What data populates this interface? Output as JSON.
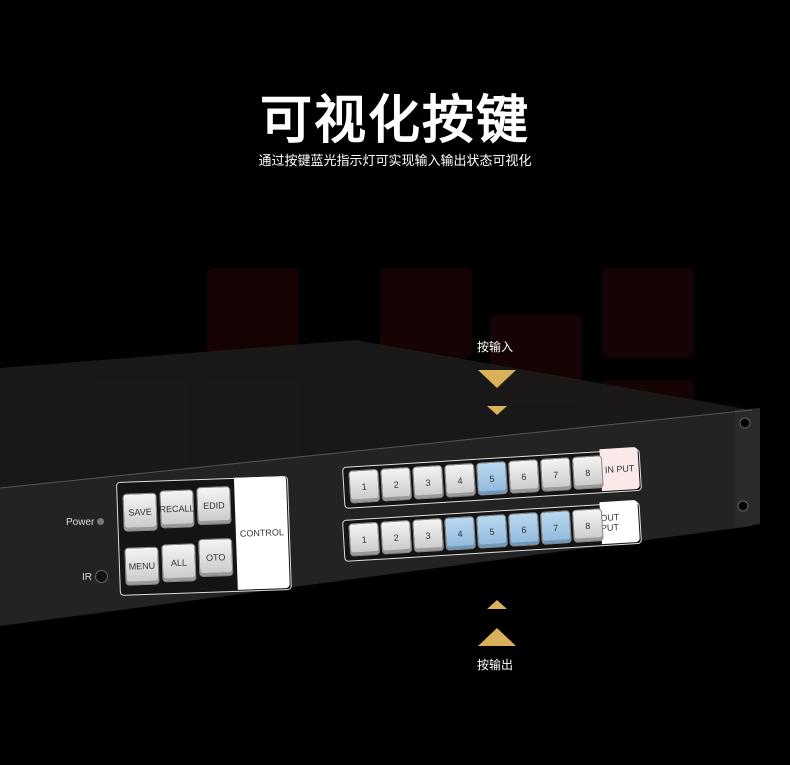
{
  "header": {
    "title": "可视化按键",
    "subtitle": "通过按键蓝光指示灯可实现输入输出状态可视化"
  },
  "annotations": {
    "input_label": "按输入",
    "output_label": "按输出"
  },
  "device": {
    "power_label": "Power",
    "ir_label": "IR",
    "control": {
      "label": "CONTROL",
      "buttons": [
        "SAVE",
        "RECALL",
        "EDID",
        "MENU",
        "ALL",
        "OTO"
      ]
    },
    "input": {
      "label": "IN PUT",
      "buttons": [
        "1",
        "2",
        "3",
        "4",
        "5",
        "6",
        "7",
        "8"
      ],
      "active": [
        5
      ]
    },
    "output": {
      "label": "OUT PUT",
      "buttons": [
        "1",
        "2",
        "3",
        "4",
        "5",
        "6",
        "7",
        "8"
      ],
      "active": [
        4,
        5,
        6,
        7
      ]
    }
  },
  "colors": {
    "accent": "#d8b15a",
    "active_button": "#9fc6e6"
  }
}
